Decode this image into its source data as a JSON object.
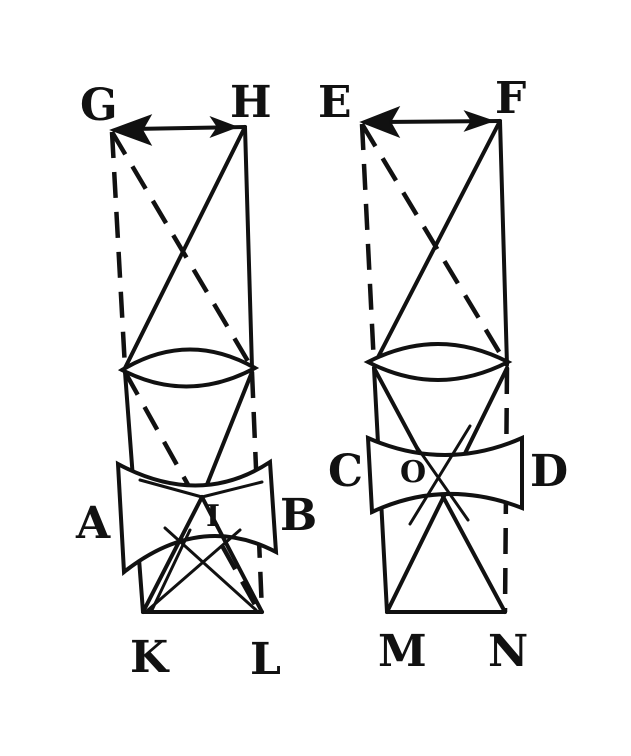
{
  "labels": {
    "G": "G",
    "H": "H",
    "E": "E",
    "F": "F",
    "A": "A",
    "B": "B",
    "C": "C",
    "D": "D",
    "I": "I",
    "O": "O",
    "K": "K",
    "L": "L",
    "M": "M",
    "N": "N"
  }
}
